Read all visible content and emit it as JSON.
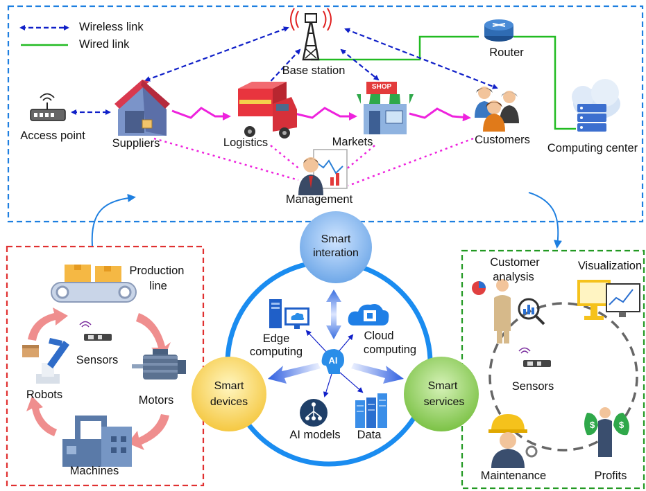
{
  "legend": {
    "wireless": "Wireless link",
    "wired": "Wired link"
  },
  "top": {
    "base_station": "Base station",
    "router": "Router",
    "access_point": "Access point",
    "suppliers": "Suppliers",
    "logistics": "Logistics",
    "markets": "Markets",
    "customers": "Customers",
    "computing_center": "Computing center",
    "management": "Management",
    "shop_sign": "SHOP"
  },
  "left": {
    "production_line_1": "Production",
    "production_line_2": "line",
    "sensors": "Sensors",
    "robots": "Robots",
    "motors": "Motors",
    "machines": "Machines"
  },
  "center": {
    "smart_interaction_1": "Smart",
    "smart_interaction_2": "interation",
    "smart_devices_1": "Smart",
    "smart_devices_2": "devices",
    "smart_services_1": "Smart",
    "smart_services_2": "services",
    "edge_1": "Edge",
    "edge_2": "computing",
    "cloud_1": "Cloud",
    "cloud_2": "computing",
    "ai": "AI",
    "ai_models": "AI models",
    "data": "Data"
  },
  "right": {
    "customer_analysis_1": "Customer",
    "customer_analysis_2": "analysis",
    "visualization": "Visualization",
    "sensors": "Sensors",
    "maintenance": "Maintenance",
    "profits": "Profits"
  },
  "colors": {
    "wireless": "#1020c8",
    "wired": "#22bb22",
    "flow": "#ee22dd",
    "top_frame": "#1e7fe0",
    "left_frame": "#e03030",
    "right_frame": "#229922",
    "ring": "#1a8cf0"
  }
}
